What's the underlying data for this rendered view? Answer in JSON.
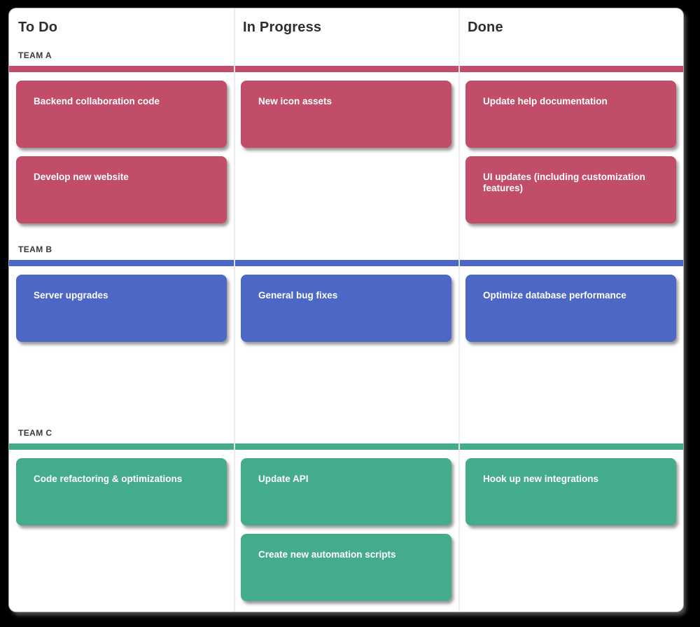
{
  "board": {
    "columns": [
      "To Do",
      "In Progress",
      "Done"
    ],
    "lanes": [
      {
        "name": "TEAM A",
        "color": "#c24d68",
        "cards": [
          [
            "Backend collaboration code",
            "Develop new website"
          ],
          [
            "New icon assets"
          ],
          [
            "Update help documentation",
            "UI updates (including customization features)"
          ]
        ]
      },
      {
        "name": "TEAM B",
        "color": "#4c67c6",
        "cards": [
          [
            "Server upgrades"
          ],
          [
            "General bug fixes"
          ],
          [
            "Optimize database performance"
          ]
        ]
      },
      {
        "name": "TEAM C",
        "color": "#45ab8d",
        "cards": [
          [
            "Code refactoring & optimizations"
          ],
          [
            "Update API",
            "Create new automation scripts"
          ],
          [
            "Hook up new integrations"
          ]
        ]
      }
    ]
  },
  "colors": {
    "page_background": "#000000",
    "board_background": "#ffffff",
    "header_text": "#2e2e2e",
    "lane_label_text": "#383838",
    "card_text": "#ffffff",
    "divider": "#eaeaea",
    "team_a": "#c24d68",
    "team_b": "#4c67c6",
    "team_c": "#45ab8d"
  }
}
